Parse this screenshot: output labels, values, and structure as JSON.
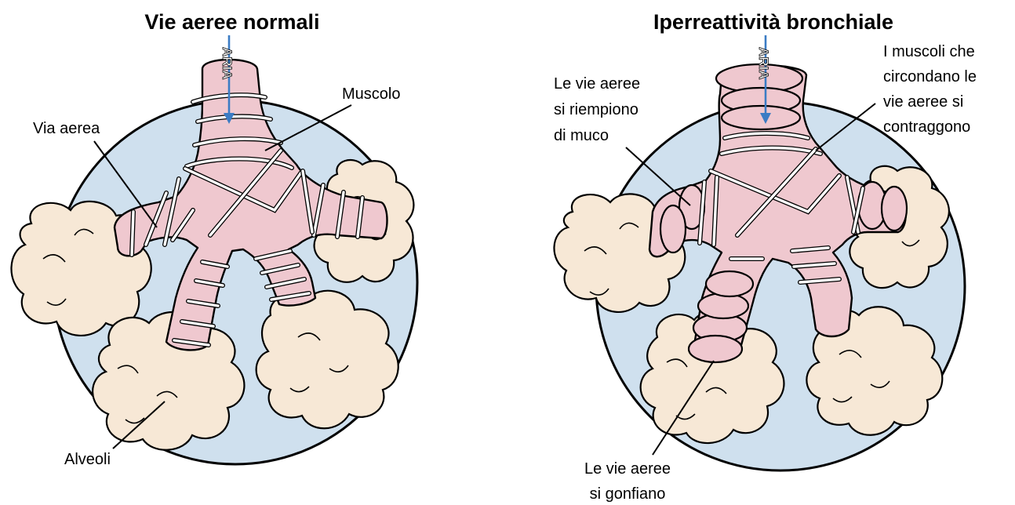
{
  "panels": {
    "left": {
      "title": "Vie aeree normali",
      "air_label": "ARIA",
      "labels": {
        "airway": "Via aerea",
        "muscle": "Muscolo",
        "alveoli": "Alveoli"
      }
    },
    "right": {
      "title": "Iperreattività bronchiale",
      "air_label": "ARIA",
      "labels": {
        "mucus": [
          "Le vie aeree",
          "si riempiono",
          "di muco"
        ],
        "muscles": [
          "I muscoli che",
          "circondano le",
          "vie aeree si",
          "contraggono"
        ],
        "swelling": [
          "Le vie aeree",
          "si gonfiano"
        ]
      }
    }
  },
  "colors": {
    "background_circle": "#cfe0ee",
    "alveoli": "#f7e8d6",
    "airway": "#efc8cf",
    "air_arrow": "#3b7cc4"
  }
}
